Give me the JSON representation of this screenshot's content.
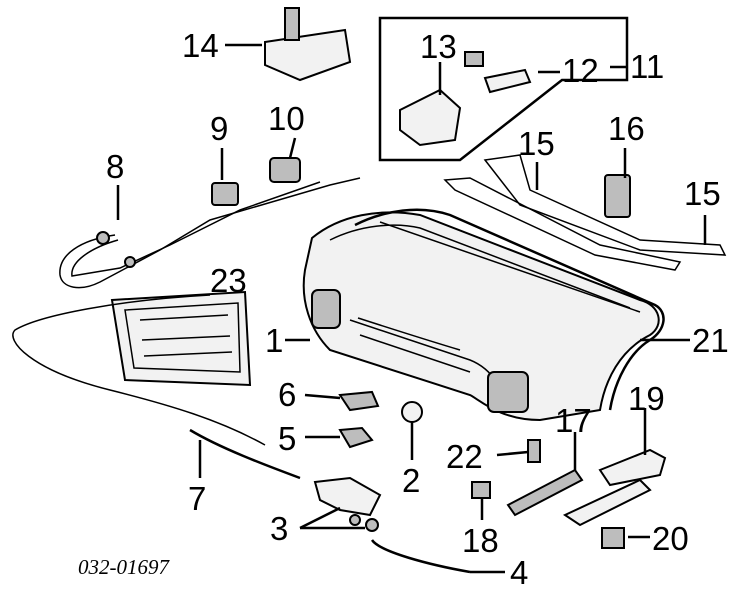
{
  "diagram": {
    "code": "032-01697",
    "callouts": {
      "c1": "1",
      "c2": "2",
      "c3": "3",
      "c4": "4",
      "c5": "5",
      "c6": "6",
      "c7": "7",
      "c8": "8",
      "c9": "9",
      "c10": "10",
      "c11": "11",
      "c12": "12",
      "c13": "13",
      "c14": "14",
      "c15a": "15",
      "c15b": "15",
      "c16": "16",
      "c17": "17",
      "c18": "18",
      "c19": "19",
      "c20": "20",
      "c21": "21",
      "c22": "22",
      "c23": "23"
    }
  }
}
